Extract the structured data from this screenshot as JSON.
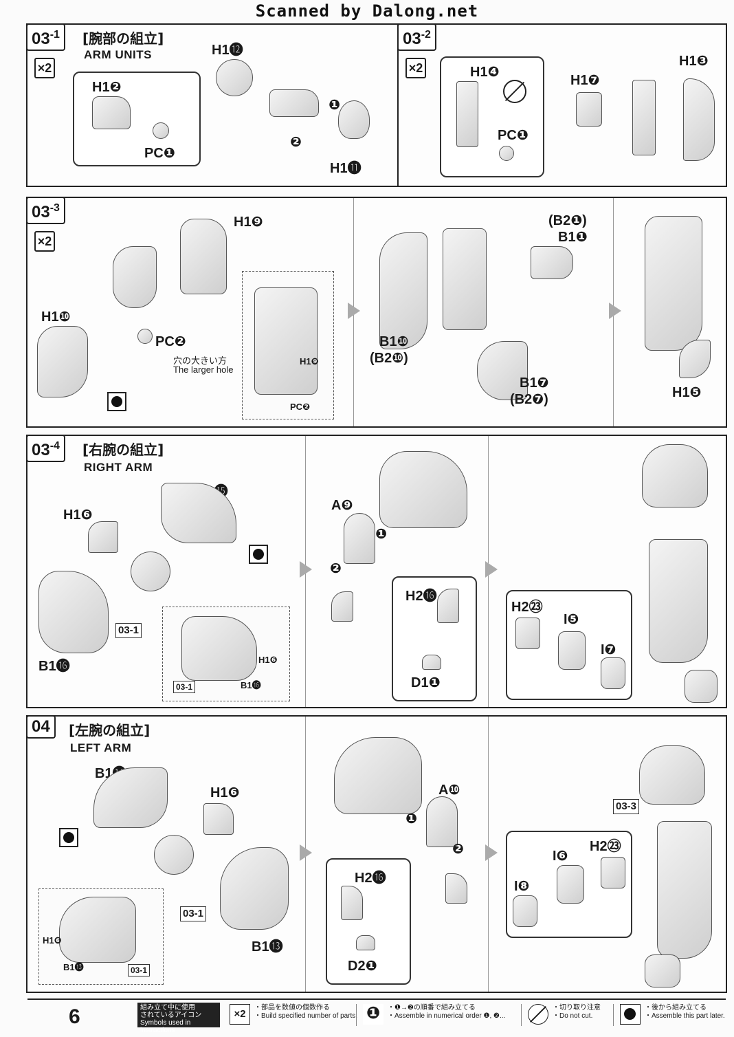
{
  "watermark": "Scanned by Dalong.net",
  "page_number": "6",
  "sections": {
    "s031": {
      "tag_main": "03",
      "tag_sub": "-1",
      "title_jp": "[腕部の組立]",
      "title_en": "ARM UNITS",
      "multiplier": "×2",
      "labels": {
        "h1_12": "H1⓬",
        "h1_2": "H1❷",
        "pc1": "PC❶",
        "h1_11": "H1⓫",
        "step1": "❶",
        "step2": "❷"
      }
    },
    "s032": {
      "tag_main": "03",
      "tag_sub": "-2",
      "multiplier": "×2",
      "labels": {
        "h1_4": "H1❹",
        "h1_7": "H1❼",
        "h1_3": "H1❸",
        "pc1": "PC❶"
      }
    },
    "s033": {
      "tag_main": "03",
      "tag_sub": "-3",
      "multiplier": "×2",
      "labels": {
        "h1_9": "H1❾",
        "h1_10": "H1❿",
        "pc2": "PC❷",
        "hole_jp": "穴の大きい方",
        "hole_en": "The larger hole",
        "detail_h1_9": "H1❾",
        "detail_pc2": "PC❷",
        "b2_1": "(B2❶)",
        "b1_1": "B1❶",
        "b1_10": "B1❿",
        "b2_10": "(B2❿)",
        "b1_7": "B1❼",
        "b2_7": "(B2❼)",
        "h1_5": "H1❺"
      }
    },
    "s034": {
      "tag_main": "03",
      "tag_sub": "-4",
      "title_jp": "[右腕の組立]",
      "title_en": "RIGHT ARM",
      "labels": {
        "b1_15": "B1⓯",
        "h1_6": "H1❻",
        "ref_031": "03-1",
        "b1_16": "B1⓰",
        "detail_h1_6": "H1❻",
        "detail_b1_16": "B1⓰",
        "detail_ref": "03-1",
        "a9": "A❾",
        "step1": "❶",
        "step2": "❷",
        "h2_16": "H2⓰",
        "d1_1": "D1❶",
        "h2_23": "H2㉓",
        "i5": "I❺",
        "i7": "I❼"
      }
    },
    "s04": {
      "tag_main": "04",
      "title_jp": "[左腕の組立]",
      "title_en": "LEFT ARM",
      "labels": {
        "b1_14": "B1⓮",
        "h1_6": "H1❻",
        "ref_031": "03-1",
        "b1_13": "B1⓭",
        "detail_h1_6": "H1❻",
        "detail_b1_13": "B1⓭",
        "detail_ref": "03-1",
        "a10": "A❿",
        "step1": "❶",
        "step2": "❷",
        "h2_16": "H2⓰",
        "d2_1": "D2❶",
        "ref_033": "03-3",
        "i6": "I❻",
        "h2_23": "H2㉓",
        "i8": "I❽"
      }
    }
  },
  "legend": {
    "title_jp_1": "組み立て中に使用",
    "title_jp_2": "されているアイコン",
    "title_en": "Symbols used in instructions",
    "items": [
      {
        "icon": "×2",
        "jp": "・部品を数値の個数作る",
        "en": "・Build specified number of parts."
      },
      {
        "icon": "❶",
        "jp": "・❶→❷の順番で組み立てる",
        "en": "・Assemble in numerical order ❶, ❷..."
      },
      {
        "icon": "no-cut-icon",
        "jp": "・切り取り注意",
        "en": "・Do not cut."
      },
      {
        "icon": "later-icon",
        "jp": "・後から組み立てる",
        "en": "・Assemble this part later."
      }
    ]
  }
}
